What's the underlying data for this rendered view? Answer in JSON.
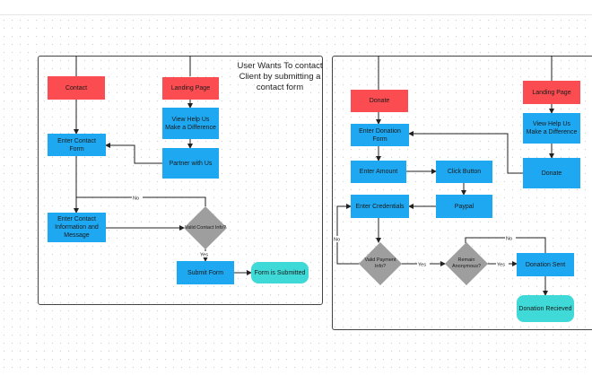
{
  "title": "User Wants To contact Client by submitting a contact form",
  "left": {
    "contact": "Contact",
    "landing_page": "Landing Page",
    "view_help": "View Help Us Make a Difference",
    "enter_contact_form": "Enter Contact Form",
    "partner": "Partner with Us",
    "enter_info": "Enter Contact Information and Message",
    "valid_contact": "Valid Contact Info?",
    "submit_form": "Submit Form",
    "form_submitted": "Form is Submitted"
  },
  "right": {
    "donate_top": "Donate",
    "landing_page": "Landing Page",
    "view_help": "View Help Us Make a Difference",
    "enter_donation_form": "Enter Donation Form",
    "donate": "Donate",
    "enter_amount": "Enter Amount",
    "click_button": "Click Button",
    "enter_credentials": "Enter Credentials",
    "paypal": "Paypal",
    "valid_payment": "Valid Payment Info?",
    "remain_anonymous": "Remain Anonymous?",
    "donation_sent": "Donation Sent",
    "donation_received": "Donation Recieved"
  },
  "edge_labels": {
    "no": "No",
    "yes": "Yes"
  },
  "colors": {
    "red": "#fb4d51",
    "blue": "#1fa8f2",
    "teal": "#3fdad8",
    "decision": "#9e9e9e"
  }
}
